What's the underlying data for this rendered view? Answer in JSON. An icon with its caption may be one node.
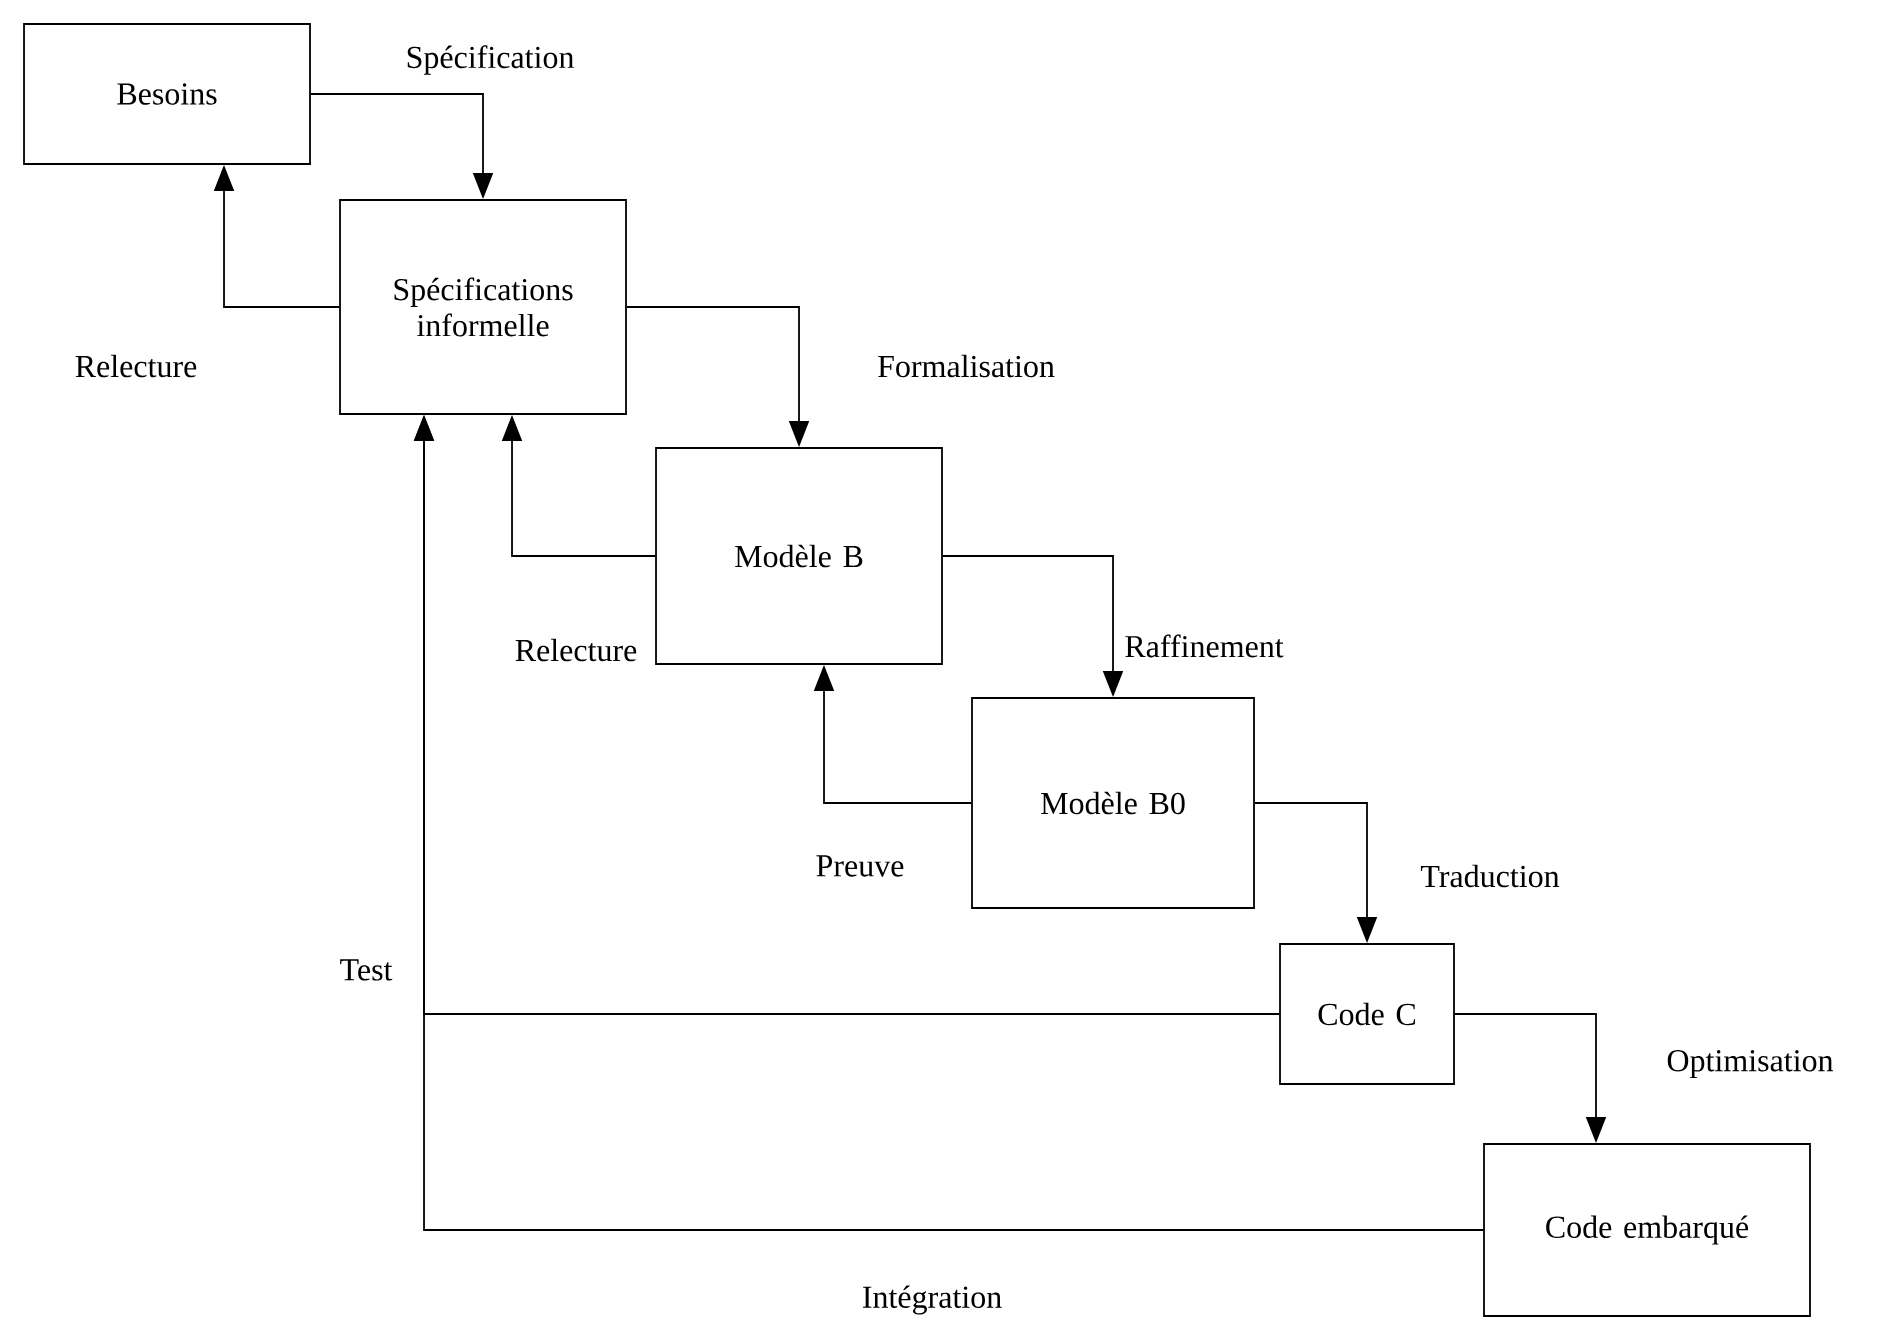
{
  "diagram": {
    "nodes": [
      {
        "text": [
          "Besoins"
        ]
      },
      {
        "text": [
          "Spécifications informelle"
        ]
      },
      {
        "text": [
          "Modèle B"
        ]
      },
      {
        "text": [
          "Modèle B0"
        ]
      },
      {
        "text": [
          "Code C"
        ]
      },
      {
        "text": [
          "Code embarqué"
        ]
      }
    ],
    "edges": [
      {
        "from": 0,
        "to": 1,
        "arrow": "to",
        "label": "Spécification"
      },
      {
        "from": 1,
        "to": 0,
        "arrow": "to",
        "label": "Relecture"
      },
      {
        "from": 1,
        "to": 2,
        "arrow": "to",
        "label": "Formalisation"
      },
      {
        "from": 2,
        "to": 1,
        "arrow": "to",
        "label": "Relecture"
      },
      {
        "from": 2,
        "to": 3,
        "arrow": "to",
        "label": "Raffinement"
      },
      {
        "from": 3,
        "to": 2,
        "arrow": "to",
        "label": "Preuve"
      },
      {
        "from": 3,
        "to": 4,
        "arrow": "to",
        "label": "Traduction"
      },
      {
        "from": 4,
        "to": 1,
        "arrow": "to",
        "label": "Test"
      },
      {
        "from": 4,
        "to": 5,
        "arrow": "to",
        "label": "Optimisation"
      },
      {
        "from": 5,
        "to": 1,
        "arrow": "to",
        "label": "Intégration"
      }
    ]
  }
}
